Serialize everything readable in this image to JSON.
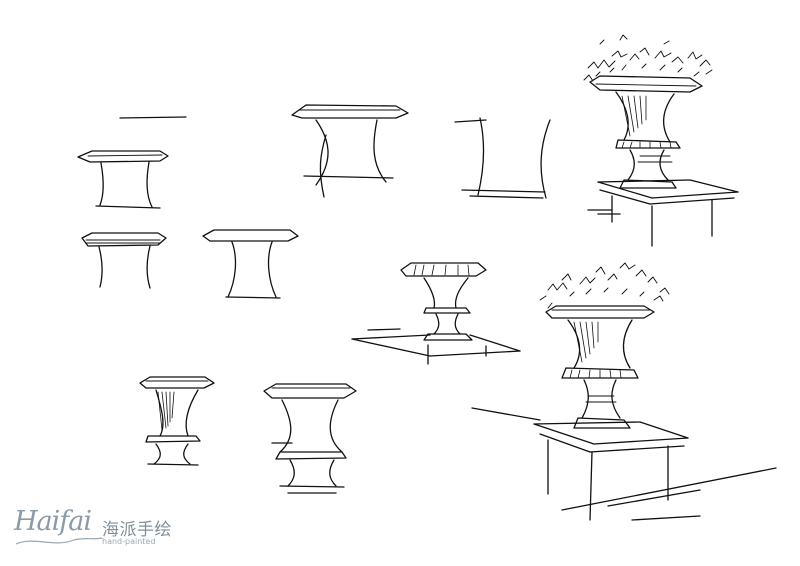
{
  "logo": {
    "script_text": "Haifai",
    "chinese_text": "海派手绘",
    "sub_text": "hand-painted"
  },
  "colors": {
    "ink": "#111111",
    "background": "#ffffff",
    "logo": "#8a9aa8"
  },
  "sketches": [
    "planter-sketch",
    "urn-sketch",
    "urn-on-pedestal-sketch"
  ]
}
